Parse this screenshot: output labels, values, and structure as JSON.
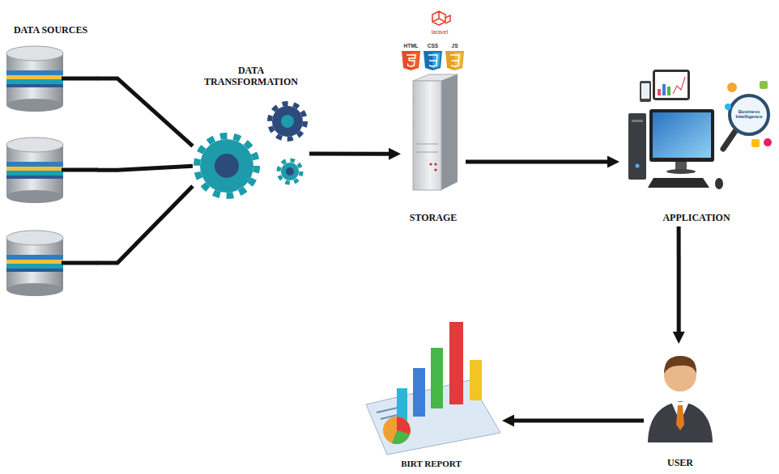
{
  "diagram": {
    "nodes": [
      {
        "text": [
          "DATA SOURCES"
        ]
      },
      {
        "text": [
          "DATA TRANSFORMATION"
        ]
      },
      {
        "text": [
          "STORAGE"
        ]
      },
      {
        "text": [
          "APPLICATION"
        ]
      },
      {
        "text": [
          "USER"
        ]
      },
      {
        "text": [
          "BIRT REPORT"
        ]
      }
    ],
    "edges": [
      {
        "from": 0,
        "to": 1,
        "arrow": "none"
      },
      {
        "from": 0,
        "to": 1,
        "arrow": "none"
      },
      {
        "from": 0,
        "to": 1,
        "arrow": "none"
      },
      {
        "from": 1,
        "to": 2,
        "arrow": "to"
      },
      {
        "from": 2,
        "to": 3,
        "arrow": "to"
      },
      {
        "from": 3,
        "to": 4,
        "arrow": "to"
      },
      {
        "from": 4,
        "to": 5,
        "arrow": "to"
      }
    ],
    "labels": [
      "laravel",
      "HTML",
      "CSS",
      "JS",
      "Business Intelligence"
    ]
  }
}
